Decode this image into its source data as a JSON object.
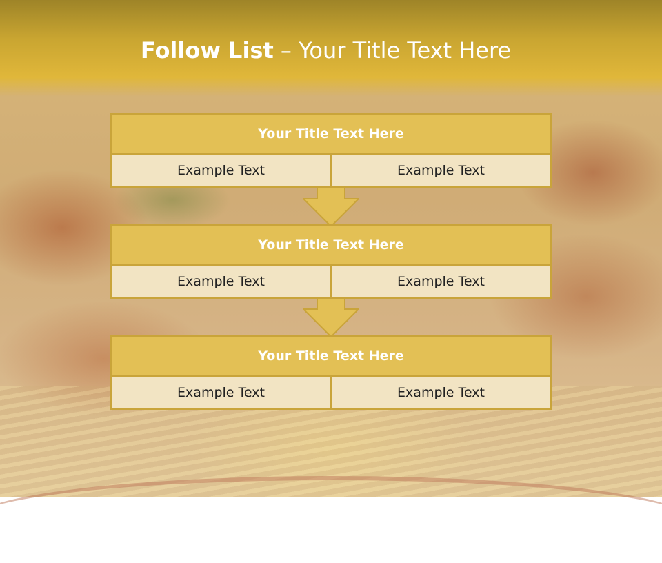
{
  "title": {
    "bold": "Follow List",
    "rest": " – Your Title Text Here"
  },
  "steps": [
    {
      "title": "Your Title Text Here",
      "left": "Example Text",
      "right": "Example Text"
    },
    {
      "title": "Your Title Text Here",
      "left": "Example Text",
      "right": "Example Text"
    },
    {
      "title": "Your Title Text Here",
      "left": "Example Text",
      "right": "Example Text"
    }
  ],
  "colors": {
    "accent": "#e3c055",
    "border": "#c9a43a",
    "cell": "#f2e4c3",
    "band": "#d9b13a"
  }
}
